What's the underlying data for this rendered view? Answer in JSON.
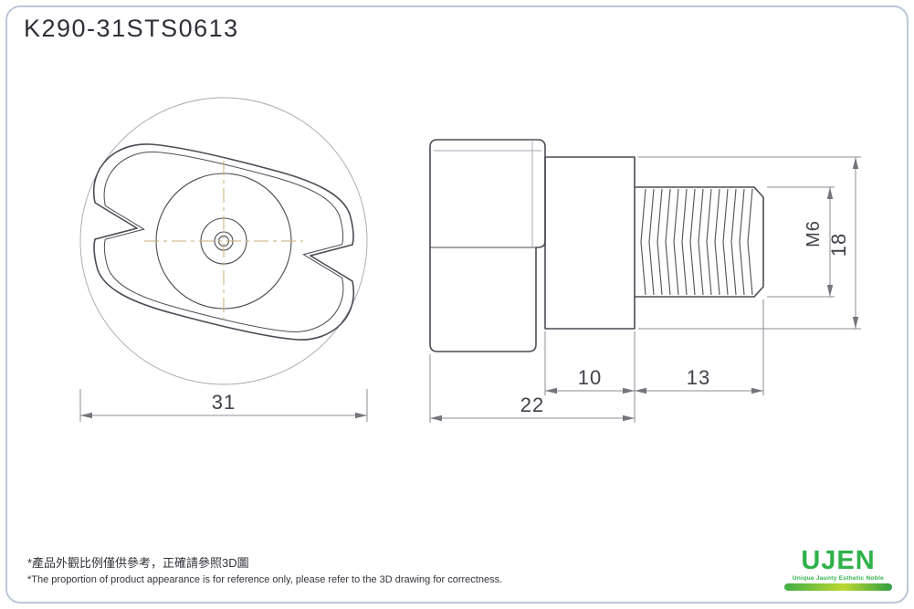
{
  "title": "K290-31STS0613",
  "views": {
    "front": {
      "width_dim": "31"
    },
    "side": {
      "body_length_dim": "22",
      "hub_length_dim": "10",
      "thread_length_dim": "13",
      "diameter_dim": "18",
      "thread_spec": "M6"
    }
  },
  "footnotes": {
    "zh": "*產品外觀比例僅供參考，正確請參照3D圖",
    "en": "*The proportion of product appearance is for reference only, please refer to the 3D drawing for correctness."
  },
  "logo": {
    "wordmark": "UJEN",
    "tagline": "Unique Jaunty Esthetic Noble"
  },
  "colors": {
    "outline": "#4b4b55",
    "dimension_line": "#8b8b95",
    "centerline": "#c9ae74",
    "page_border": "#bcc7d8",
    "logo_green": "#2eb24a"
  }
}
